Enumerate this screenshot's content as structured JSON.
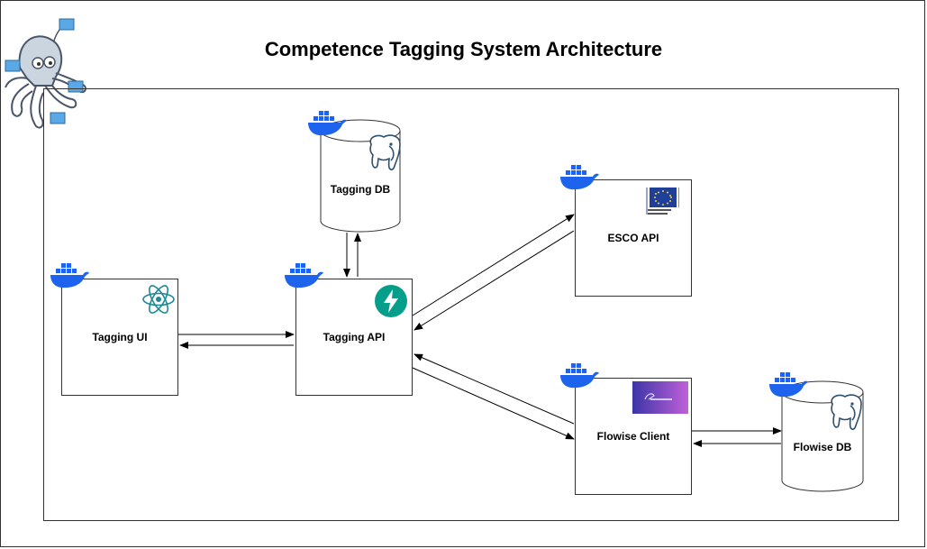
{
  "title": "Competence Tagging System Architecture",
  "nodes": {
    "tagging_ui": {
      "label": "Tagging UI"
    },
    "tagging_api": {
      "label": "Tagging API"
    },
    "tagging_db": {
      "label": "Tagging DB"
    },
    "esco_api": {
      "label": "ESCO API"
    },
    "flowise_client": {
      "label": "Flowise Client"
    },
    "flowise_db": {
      "label": "Flowise DB"
    }
  },
  "icons": {
    "docker": "docker-whale-icon",
    "compose": "docker-compose-octopus-icon",
    "react": "react-icon",
    "fastapi": "fastapi-icon",
    "postgres": "postgresql-elephant-icon",
    "eu": "european-commission-logo",
    "flowise": "flowise-logo"
  },
  "colors": {
    "docker_blue": "#1d63ed",
    "fastapi_teal": "#059e8a",
    "react_teal": "#1a8a94",
    "eu_blue": "#1f3f99",
    "flowise_gradient_start": "#3b35a8",
    "flowise_gradient_end": "#c061d8"
  }
}
